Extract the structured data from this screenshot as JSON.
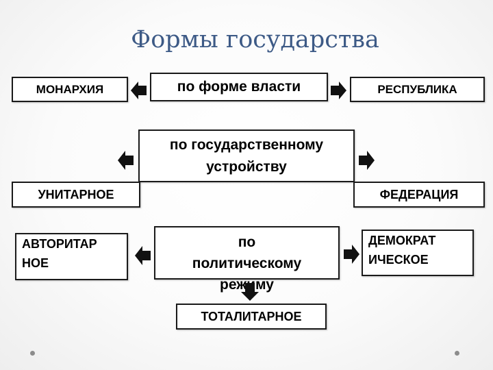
{
  "title": "Формы государства",
  "labels": {
    "form_of_power": "по форме власти",
    "monarchy": "МОНАРХИЯ",
    "republic": "РЕСПУБЛИКА",
    "state_structure_line1": "по государственному",
    "state_structure_line2": "устройству",
    "unitary": "УНИТАРНОЕ",
    "federation": "ФЕДЕРАЦИЯ",
    "political_regime_line1": "по",
    "political_regime_line2": "политическому",
    "political_regime_line3": "режиму",
    "authoritarian_line1": "АВТОРИТАР",
    "authoritarian_line2": "НОЕ",
    "democratic_line1": "ДЕМОКРАТ",
    "democratic_line2": "ИЧЕСКОЕ",
    "totalitarian": "ТОТАЛИТАРНОЕ"
  },
  "colors": {
    "title": "#3d5a86",
    "border": "#1a1a1a",
    "arrow": "#111111",
    "dots": "#8c8c8c"
  },
  "icons": [
    "arrow-left-icon",
    "arrow-right-icon",
    "arrow-down-icon"
  ]
}
